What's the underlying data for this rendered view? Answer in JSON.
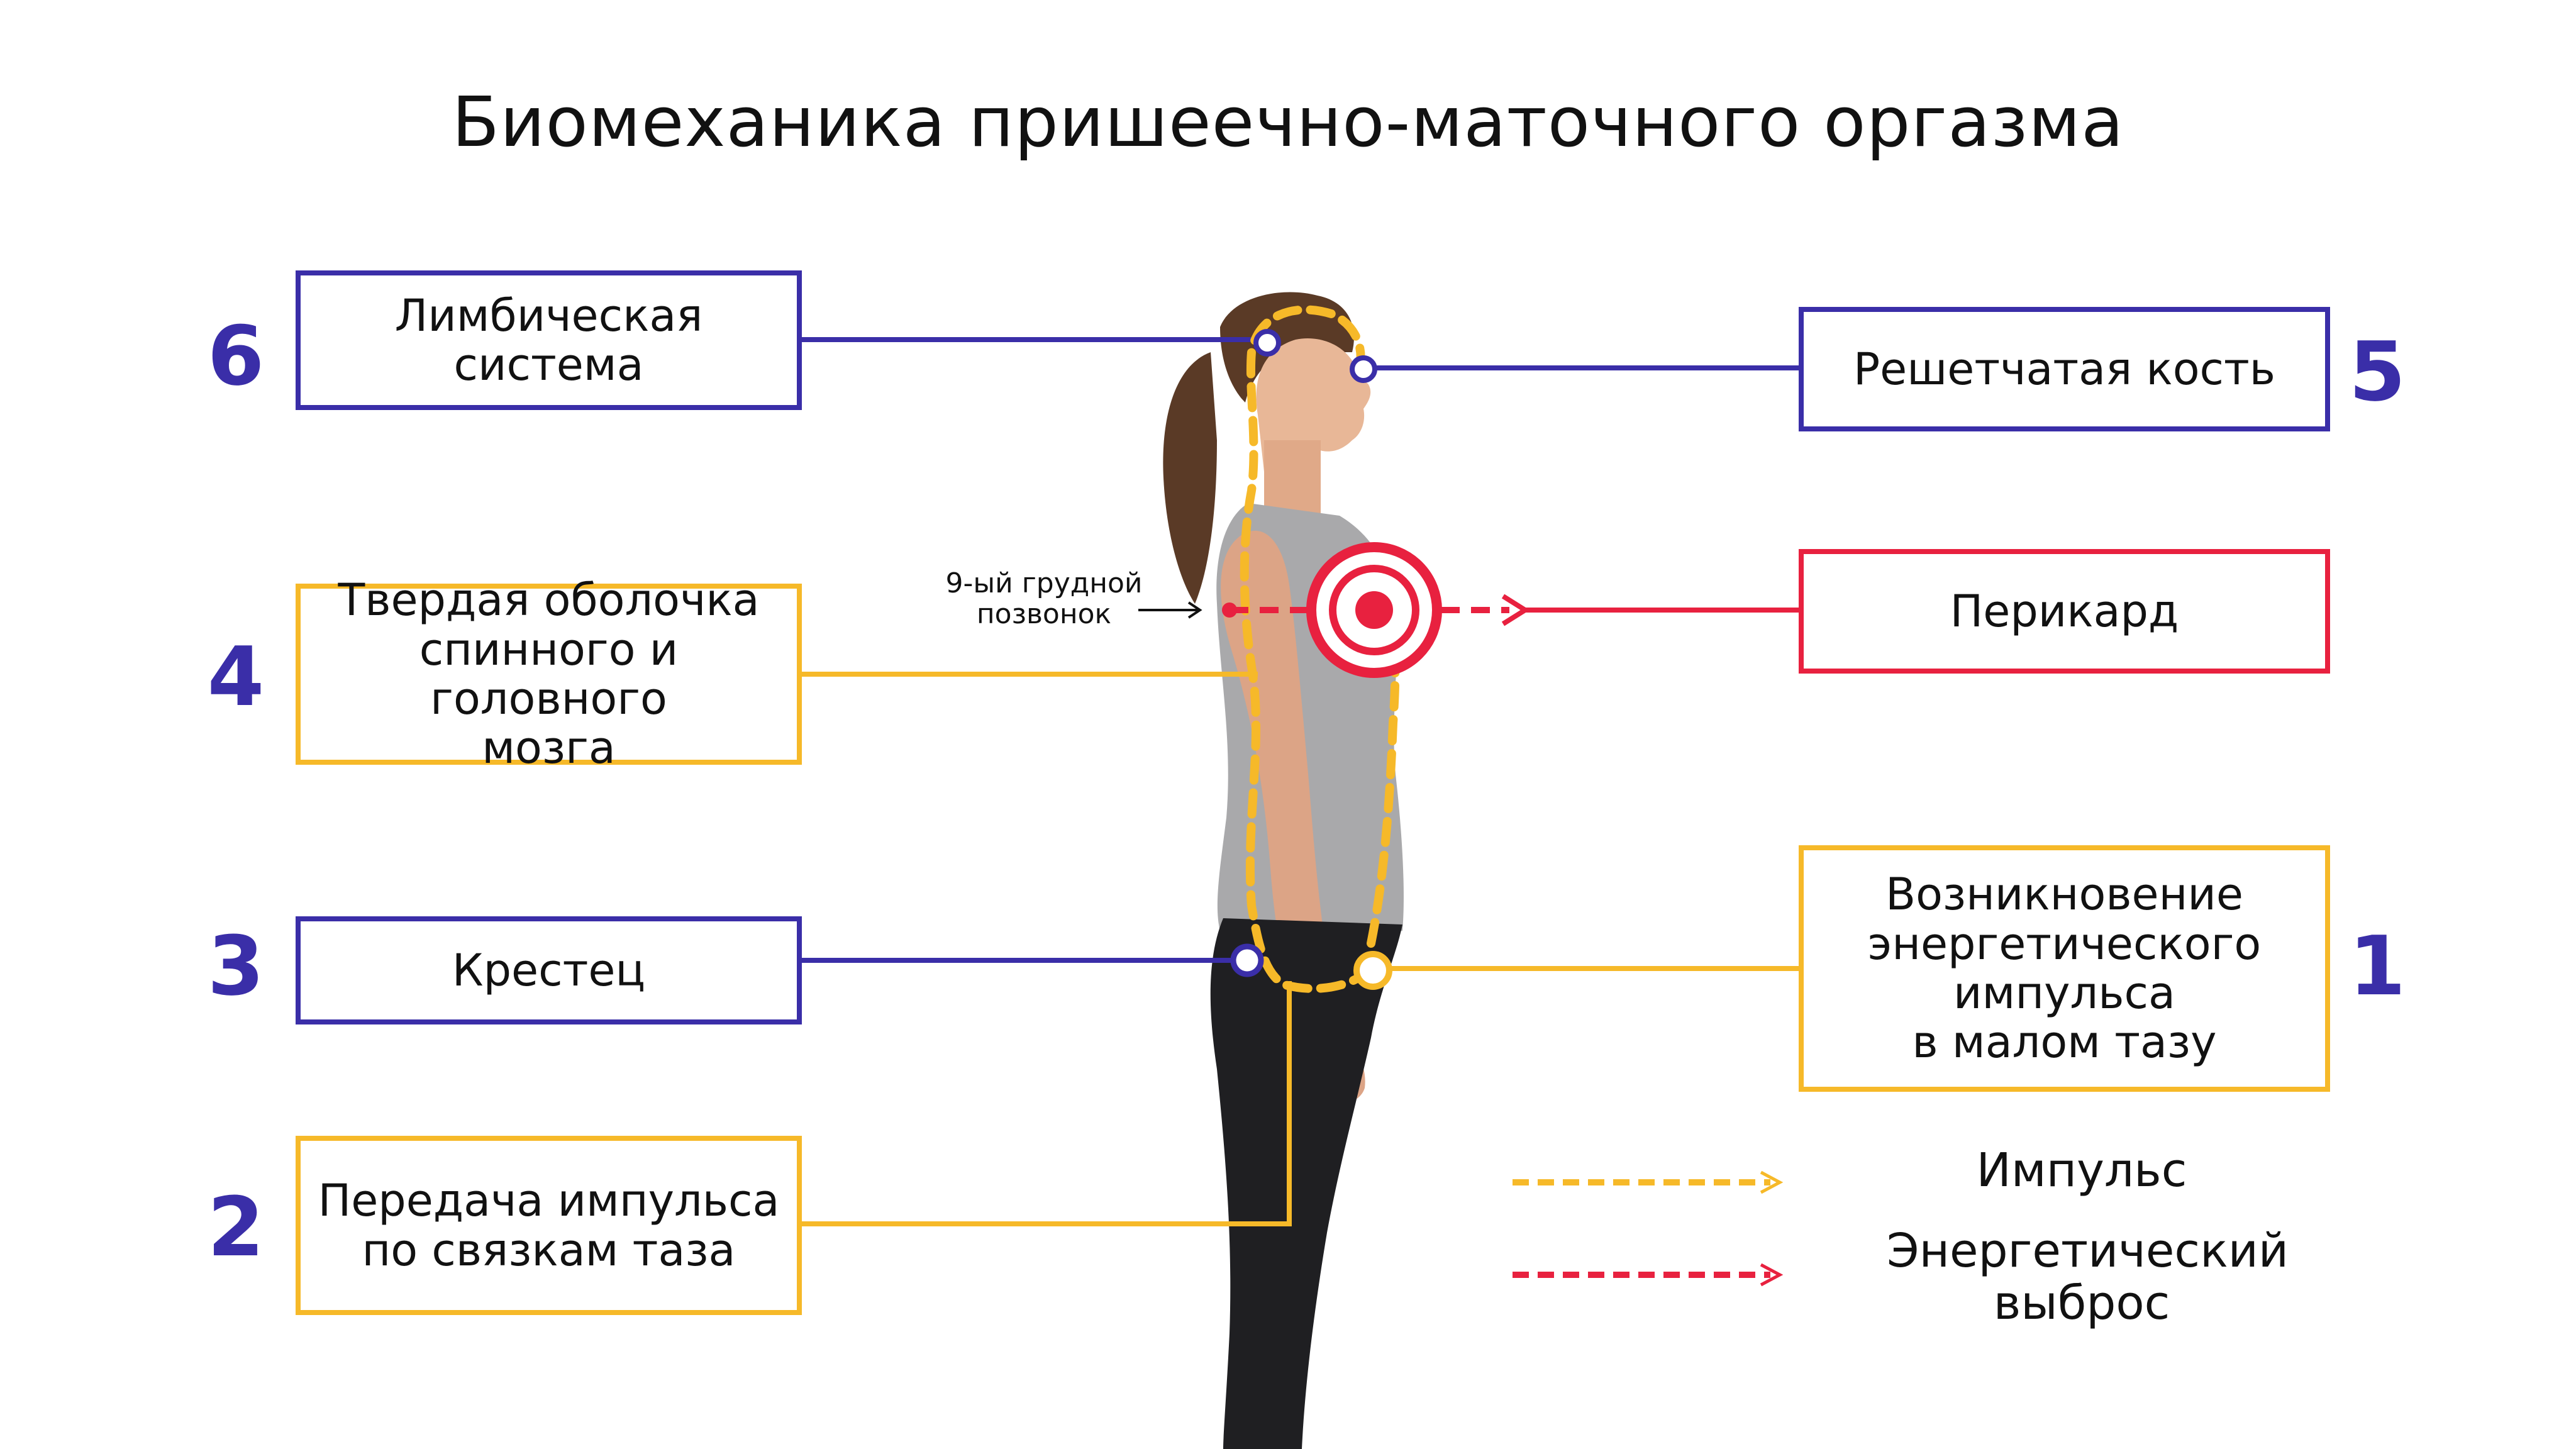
{
  "title": "Биомеханика пришеечно-маточного оргазма",
  "colors": {
    "blue": "#3a2ea8",
    "yellow": "#f6b929",
    "red": "#e8213f"
  },
  "left_items": [
    {
      "number": "6",
      "label": "Лимбическая\nсистема",
      "color": "blue"
    },
    {
      "number": "4",
      "label": "Твердая оболочка\nспинного и головного\nмозга",
      "color": "yellow"
    },
    {
      "number": "3",
      "label": "Крестец",
      "color": "blue"
    },
    {
      "number": "2",
      "label": "Передача импульса\nпо связкам таза",
      "color": "yellow"
    }
  ],
  "right_items": [
    {
      "number": "5",
      "label": "Решетчатая кость",
      "color": "blue"
    },
    {
      "label": "Перикард",
      "color": "red"
    },
    {
      "number": "1",
      "label": "Возникновение\nэнергетического\nимпульса\nв малом тазу",
      "color": "yellow"
    }
  ],
  "annotation": "9-ый грудной\nпозвонок",
  "legend": [
    {
      "label": "Импульс",
      "color": "yellow"
    },
    {
      "label": "Энергетический\nвыброс",
      "color": "red"
    }
  ]
}
